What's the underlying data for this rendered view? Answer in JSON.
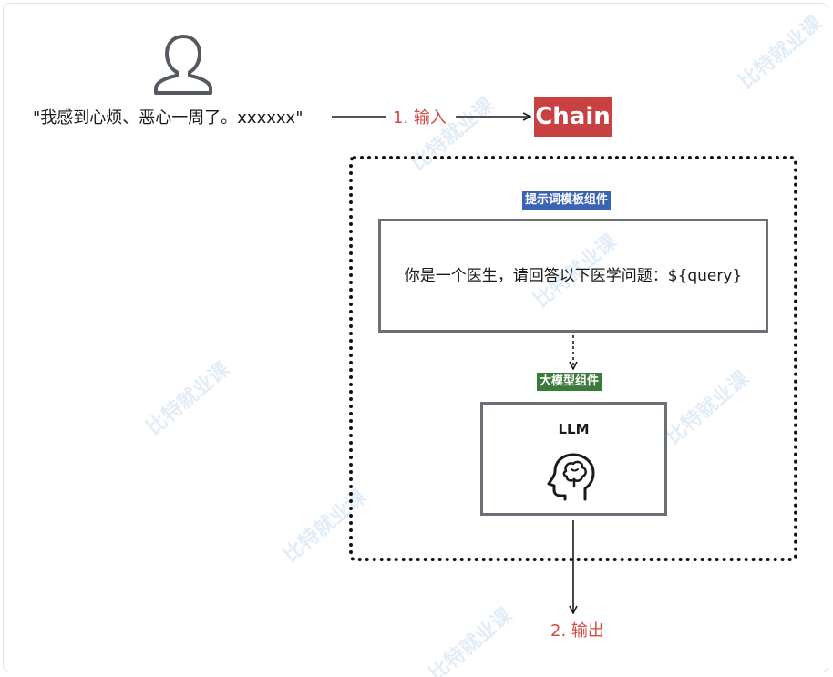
{
  "user": {
    "icon": "user-icon",
    "input_text": "\"我感到心烦、恶心一周了。xxxxxx\""
  },
  "steps": {
    "step1": "1. 输入",
    "step2": "2. 输出"
  },
  "chain": {
    "label": "Chain",
    "color": "#c8403f"
  },
  "prompt_component": {
    "tag": "提示词模板组件",
    "tag_color": "#3a63b5",
    "text": "你是一个医生，请回答以下医学问题：${query}"
  },
  "llm_component": {
    "tag": "大模型组件",
    "tag_color": "#3c7a3c",
    "title": "LLM",
    "icon": "brain-head-icon"
  },
  "watermark": {
    "text": "比特就业课"
  }
}
